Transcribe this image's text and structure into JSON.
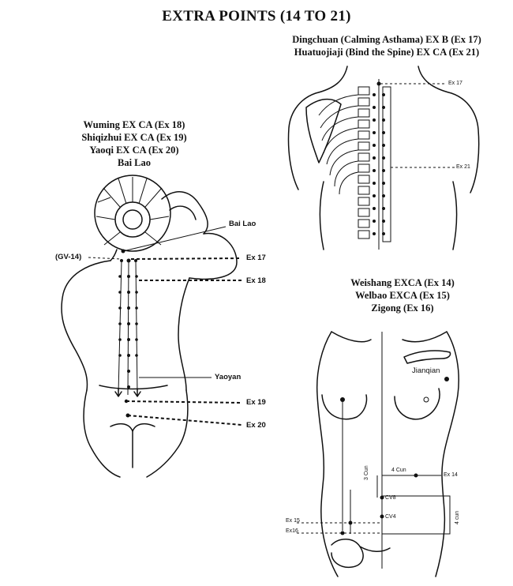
{
  "title": "EXTRA POINTS (14 TO 21)",
  "top_caption": {
    "line1": "Dingchuan (Calming Asthama)  EX B (Ex 17)",
    "line2": "Huatuojiaji (Bind the Spine)  EX CA (Ex 21)"
  },
  "left_caption": {
    "line1": "Wuming EX CA (Ex 18)",
    "line2": "Shiqizhui  EX CA (Ex 19)",
    "line3": "Yaoqi EX CA (Ex 20)",
    "line4": "Bai Lao"
  },
  "right_caption": {
    "line1": "Weishang  EXCA (Ex 14)",
    "line2": "Welbao  EXCA (Ex 15)",
    "line3": "Zigong (Ex 16)"
  },
  "back_labels": {
    "bai_lao": "Bai Lao",
    "gv14": "(GV-14)",
    "ex17": "Ex 17",
    "ex18": "Ex 18",
    "yaoyan": "Yaoyan",
    "ex19": "Ex 19",
    "ex20": "Ex 20"
  },
  "spine_labels": {
    "ex17": "Ex 17",
    "ex21": "Ex 21"
  },
  "front_labels": {
    "jianqian": "Jianqian",
    "four_cun_h": "4 Cun",
    "ex14": "Ex 14",
    "three_cun": "3 Cun",
    "cv8": "CV8",
    "four_cun_v": "4 cun",
    "cv4": "CV4",
    "ex15": "Ex 15",
    "ex16": "Ex16"
  }
}
